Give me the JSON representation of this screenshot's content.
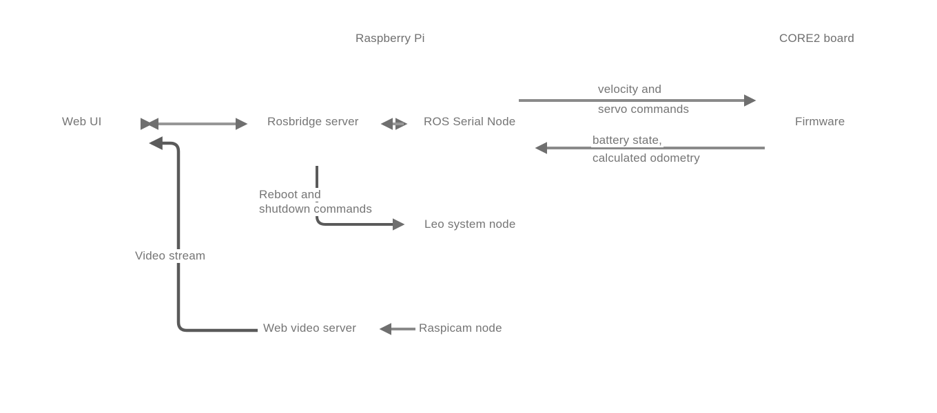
{
  "diagram": {
    "section_titles": {
      "left": "Raspberry Pi",
      "right": "CORE2 board"
    },
    "nodes": {
      "web_ui": "Web UI",
      "rosbridge_server": "Rosbridge server",
      "ros_serial_node": "ROS Serial Node",
      "firmware": "Firmware",
      "leo_system_node": "Leo system node",
      "web_video_server": "Web video server",
      "raspicam_node": "Raspicam node"
    },
    "edges": {
      "velocity": {
        "label_line1": "velocity and",
        "label_line2": "servo commands"
      },
      "battery": {
        "label_line1": "battery state,",
        "label_line2": "calculated odometry"
      },
      "reboot": {
        "label_line1": "Reboot and",
        "label_line2": "shutdown commands"
      },
      "video_stream": {
        "label": "Video stream"
      }
    },
    "colors": {
      "background": "#ffffff",
      "text": "#757575",
      "arrow_light": "#979797",
      "arrow_mid": "#8a8a8a",
      "arrow_dark": "#5a5a5a",
      "arrowhead_light": "#6f6f6f",
      "arrowhead_dark": "#5c5c5c"
    }
  }
}
